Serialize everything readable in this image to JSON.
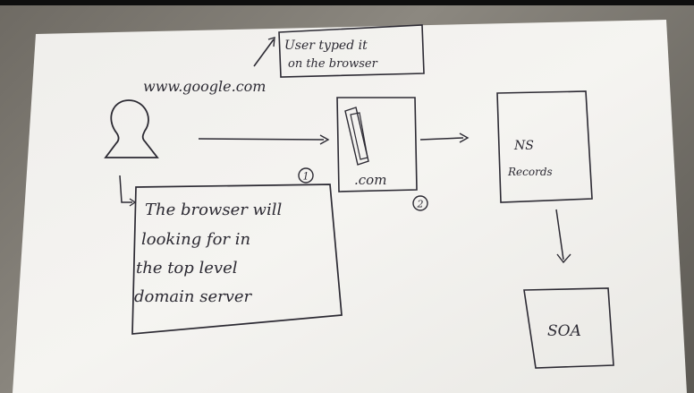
{
  "note_top": {
    "line1": "User typed it",
    "line2": "on the browser"
  },
  "url_text": "www.google.com",
  "step1_marker": "1",
  "step2_marker": "2",
  "browser_note": {
    "line1": "The browser will",
    "line2": "looking for in",
    "line3": "the top level",
    "line4": "domain server"
  },
  "tld_box_label": ".com",
  "ns_box": {
    "line1": "NS",
    "line2": "Records"
  },
  "soa_label": "SOA",
  "colors": {
    "ink": "#2c2a33",
    "paper": "#f3f2ef"
  }
}
